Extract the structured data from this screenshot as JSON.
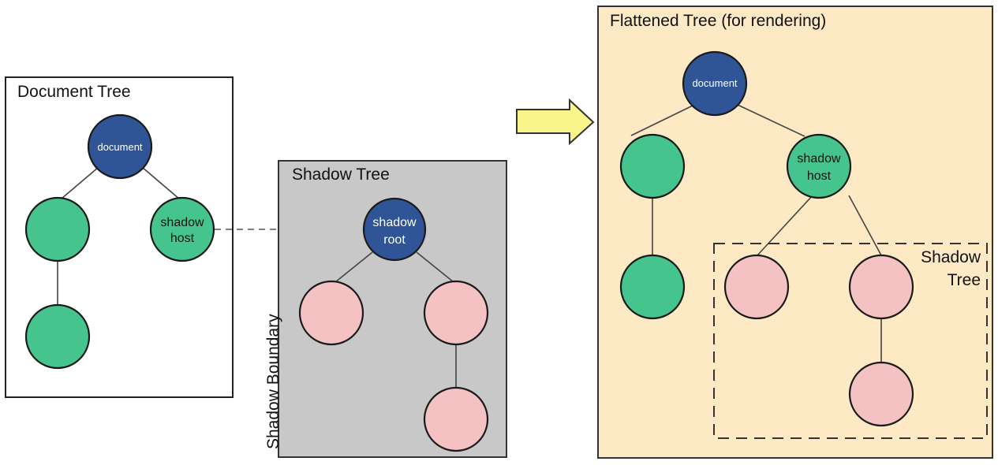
{
  "colors": {
    "root_node": "#2f5597",
    "dom_node": "#45c48e",
    "shadow_node": "#f4c2c2",
    "document_panel_bg": "#ffffff",
    "shadow_panel_bg": "#c8c8c8",
    "flattened_panel_bg": "#fde9c4",
    "arrow_fill": "#f9f58a"
  },
  "document_tree": {
    "title": "Document Tree",
    "root_label": "document",
    "host_label_line1": "shadow",
    "host_label_line2": "host"
  },
  "shadow_tree": {
    "title": "Shadow Tree",
    "root_label_line1": "shadow",
    "root_label_line2": "root",
    "boundary_label": "Shadow Boundary"
  },
  "flattened_tree": {
    "title": "Flattened Tree (for rendering)",
    "root_label": "document",
    "host_label_line1": "shadow",
    "host_label_line2": "host",
    "shadow_group_label_line1": "Shadow",
    "shadow_group_label_line2": "Tree"
  }
}
